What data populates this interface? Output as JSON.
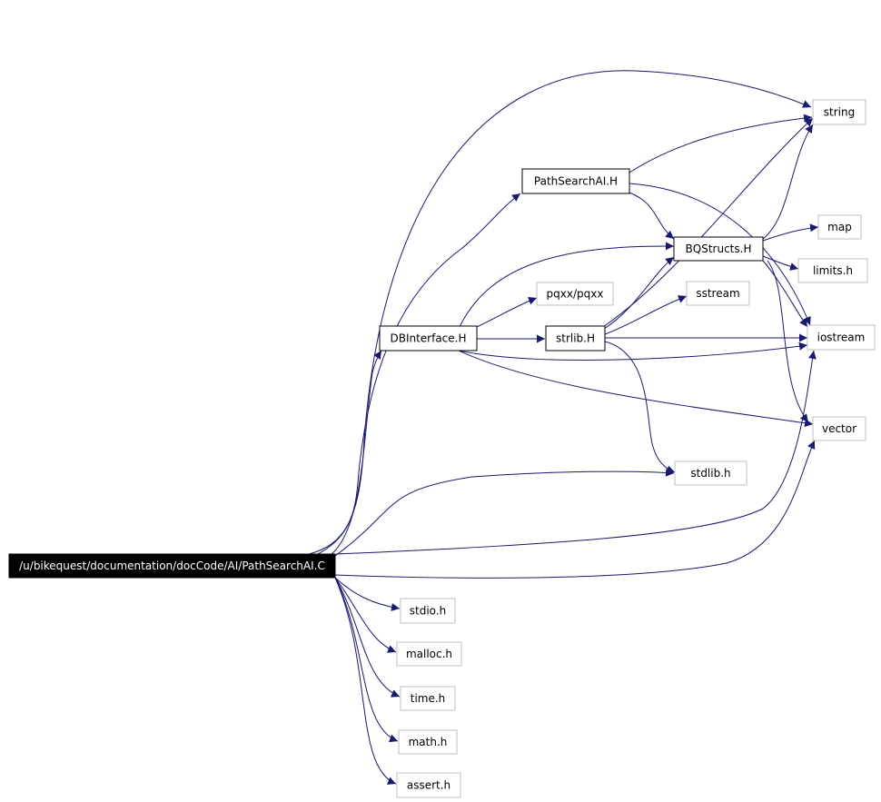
{
  "graph": {
    "root": {
      "id": "root",
      "label": "/u/bikequest/documentation/docCode/AI/PathSearchAI.C"
    },
    "nodes": [
      {
        "id": "pathsearch_h",
        "label": "PathSearchAI.H",
        "documented": true
      },
      {
        "id": "dbinterface_h",
        "label": "DBInterface.H",
        "documented": true
      },
      {
        "id": "bqstructs_h",
        "label": "BQStructs.H",
        "documented": true
      },
      {
        "id": "strlib_h",
        "label": "strlib.H",
        "documented": true
      },
      {
        "id": "string",
        "label": "string",
        "documented": false
      },
      {
        "id": "map",
        "label": "map",
        "documented": false
      },
      {
        "id": "limits_h",
        "label": "limits.h",
        "documented": false
      },
      {
        "id": "iostream",
        "label": "iostream",
        "documented": false
      },
      {
        "id": "pqxx",
        "label": "pqxx/pqxx",
        "documented": false
      },
      {
        "id": "sstream",
        "label": "sstream",
        "documented": false
      },
      {
        "id": "vector",
        "label": "vector",
        "documented": false
      },
      {
        "id": "stdlib_h",
        "label": "stdlib.h",
        "documented": false
      },
      {
        "id": "stdio_h",
        "label": "stdio.h",
        "documented": false
      },
      {
        "id": "malloc_h",
        "label": "malloc.h",
        "documented": false
      },
      {
        "id": "time_h",
        "label": "time.h",
        "documented": false
      },
      {
        "id": "math_h",
        "label": "math.h",
        "documented": false
      },
      {
        "id": "assert_h",
        "label": "assert.h",
        "documented": false
      }
    ],
    "edges": [
      [
        "root",
        "string"
      ],
      [
        "root",
        "pathsearch_h"
      ],
      [
        "root",
        "dbinterface_h"
      ],
      [
        "root",
        "iostream"
      ],
      [
        "root",
        "vector"
      ],
      [
        "root",
        "stdlib_h"
      ],
      [
        "root",
        "stdio_h"
      ],
      [
        "root",
        "malloc_h"
      ],
      [
        "root",
        "time_h"
      ],
      [
        "root",
        "math_h"
      ],
      [
        "root",
        "assert_h"
      ],
      [
        "pathsearch_h",
        "string"
      ],
      [
        "pathsearch_h",
        "bqstructs_h"
      ],
      [
        "pathsearch_h",
        "iostream"
      ],
      [
        "dbinterface_h",
        "bqstructs_h"
      ],
      [
        "dbinterface_h",
        "pqxx"
      ],
      [
        "dbinterface_h",
        "strlib_h"
      ],
      [
        "dbinterface_h",
        "iostream"
      ],
      [
        "dbinterface_h",
        "vector"
      ],
      [
        "bqstructs_h",
        "string"
      ],
      [
        "bqstructs_h",
        "map"
      ],
      [
        "bqstructs_h",
        "limits_h"
      ],
      [
        "bqstructs_h",
        "iostream"
      ],
      [
        "bqstructs_h",
        "vector"
      ],
      [
        "strlib_h",
        "string"
      ],
      [
        "strlib_h",
        "bqstructs_h"
      ],
      [
        "strlib_h",
        "sstream"
      ],
      [
        "strlib_h",
        "iostream"
      ],
      [
        "strlib_h",
        "stdlib_h"
      ]
    ],
    "colors": {
      "edge": "#191970",
      "root_fill": "#000000",
      "documented_border": "#000000",
      "external_border": "#bfbfbf"
    }
  }
}
